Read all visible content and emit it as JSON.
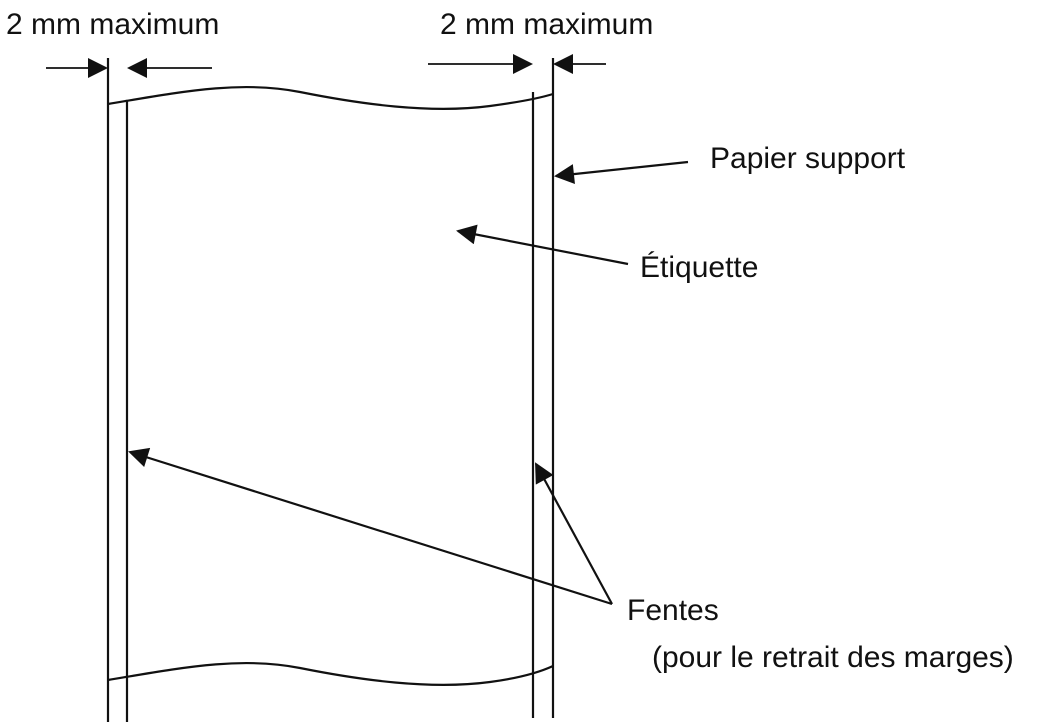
{
  "labels": {
    "left_margin": "2 mm maximum",
    "right_margin": "2 mm maximum",
    "backing_paper": "Papier support",
    "label": "Étiquette",
    "slits_line1": "Fentes",
    "slits_line2": "(pour le retrait des marges)"
  },
  "colors": {
    "ink": "#111111",
    "background": "#ffffff"
  }
}
